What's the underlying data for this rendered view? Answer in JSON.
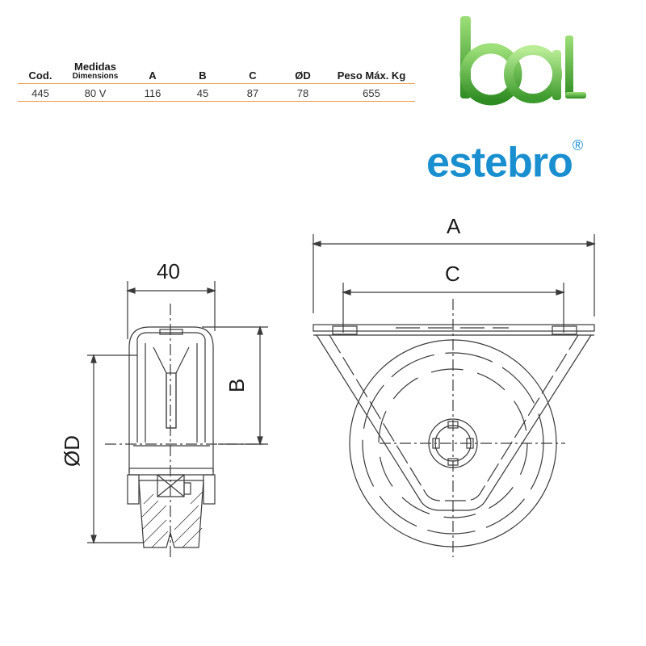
{
  "table": {
    "headers": [
      {
        "main": "Cod.",
        "sub": ""
      },
      {
        "main": "Medidas",
        "sub": "Dimensions"
      },
      {
        "main": "A",
        "sub": ""
      },
      {
        "main": "B",
        "sub": ""
      },
      {
        "main": "C",
        "sub": ""
      },
      {
        "main": "ØD",
        "sub": ""
      },
      {
        "main": "Peso Máx. Kg",
        "sub": ""
      }
    ],
    "row": [
      "445",
      "80 V",
      "116",
      "45",
      "87",
      "78",
      "655"
    ]
  },
  "brand": {
    "name": "estebro",
    "registered": "®",
    "logo_colors": {
      "green_dark": "#3d9a2c",
      "green_light": "#8fd16a",
      "blue": "#1a8fd0"
    }
  },
  "drawing": {
    "labels": {
      "width_side": "40",
      "height_b": "B",
      "diameter": "ØD",
      "overall_a": "A",
      "hole_c": "C"
    }
  }
}
